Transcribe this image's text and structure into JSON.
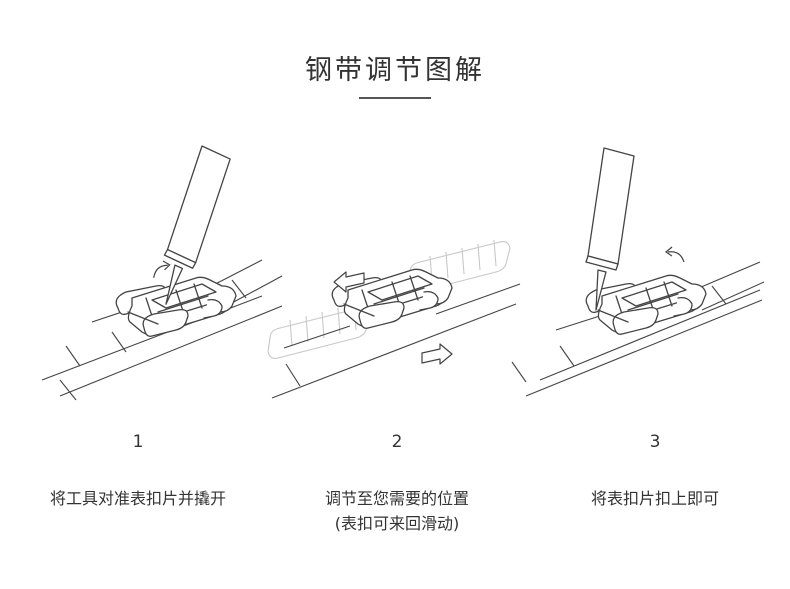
{
  "title": "钢带调节图解",
  "steps": [
    {
      "number": "1",
      "text": "将工具对准表扣片并撬开",
      "note": ""
    },
    {
      "number": "2",
      "text": "调节至您需要的位置",
      "note": "(表扣可来回滑动)"
    },
    {
      "number": "3",
      "text": "将表扣片扣上即可",
      "note": ""
    }
  ],
  "colors": {
    "line": "#444444",
    "ghost": "#c8c8c8",
    "text": "#333333"
  }
}
